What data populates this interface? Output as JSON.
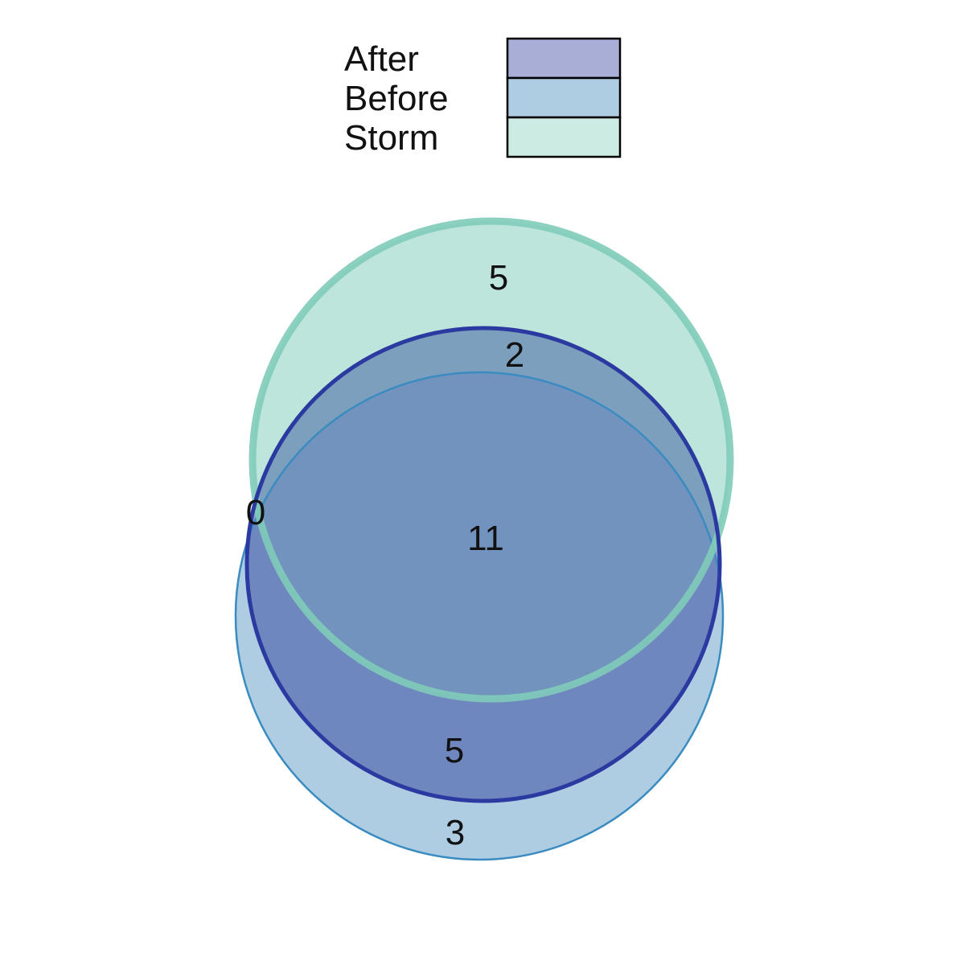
{
  "chart_data": {
    "type": "venn",
    "title": "",
    "sets": [
      {
        "name": "After",
        "fill": "#a8aed6",
        "stroke": "#2b3aa0"
      },
      {
        "name": "Before",
        "fill": "#aecde3",
        "stroke": "#3a8cc0"
      },
      {
        "name": "Storm",
        "fill": "#cbebe3",
        "stroke": "#7fcbb9"
      }
    ],
    "legend": {
      "position": "top-center",
      "entries": [
        "After",
        "Before",
        "Storm"
      ]
    },
    "regions": [
      {
        "sets": [
          "Storm"
        ],
        "value": 5
      },
      {
        "sets": [
          "After",
          "Storm"
        ],
        "value": 2
      },
      {
        "sets": [
          "Before",
          "Storm"
        ],
        "value": 0
      },
      {
        "sets": [
          "After",
          "Before",
          "Storm"
        ],
        "value": 11
      },
      {
        "sets": [
          "After",
          "Before"
        ],
        "value": 5
      },
      {
        "sets": [
          "Before"
        ],
        "value": 3
      }
    ]
  }
}
